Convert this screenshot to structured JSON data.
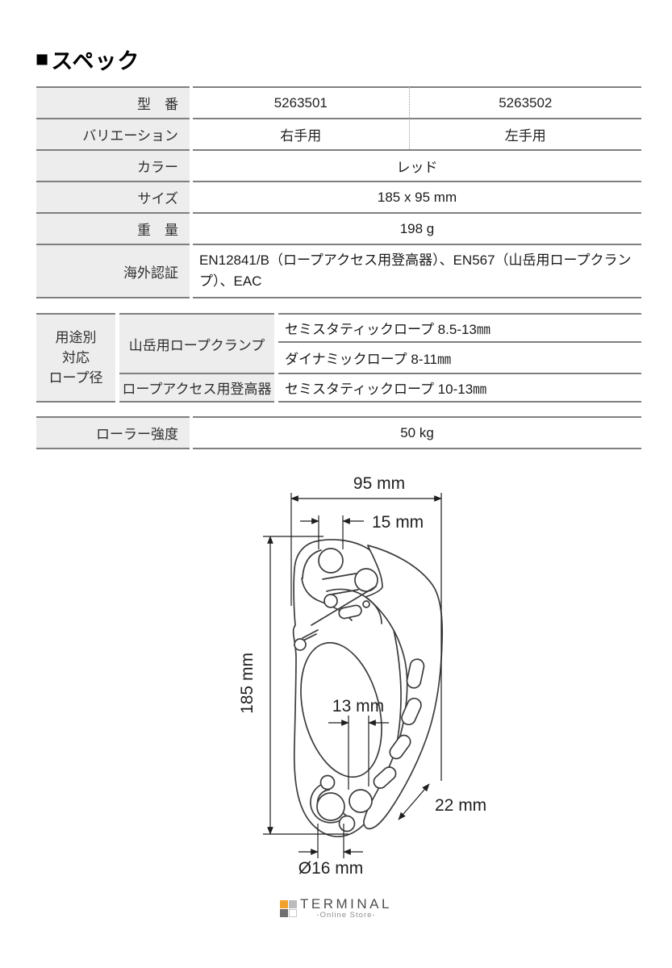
{
  "heading": {
    "marker": "■",
    "title": "スペック"
  },
  "spec_table": {
    "rows": [
      {
        "label": "型　番",
        "value_left": "5263501",
        "value_right": "5263502"
      },
      {
        "label": "バリエーション",
        "value_left": "右手用",
        "value_right": "左手用"
      },
      {
        "label": "カラー",
        "value": "レッド"
      },
      {
        "label": "サイズ",
        "value": "185 x 95 mm"
      },
      {
        "label": "重　量",
        "value": "198 g"
      },
      {
        "label": "海外認証",
        "value": "EN12841/B（ロープアクセス用登高器）、EN567（山岳用ロープクランプ）、EAC"
      }
    ]
  },
  "rope_table": {
    "group_label": "用途別\n対応\nロープ径",
    "rows": [
      {
        "use": "山岳用ロープクランプ",
        "ropes": [
          "セミスタティックロープ 8.5-13㎜",
          "ダイナミックロープ 8-11㎜"
        ]
      },
      {
        "use": "ロープアクセス用登高器",
        "ropes": [
          "セミスタティックロープ 10-13㎜"
        ]
      }
    ]
  },
  "roller_table": {
    "label": "ローラー強度",
    "value": "50 kg"
  },
  "diagram": {
    "labels": {
      "width": "95 mm",
      "top_hole": "15 mm",
      "height": "185 mm",
      "rope_gap": "13 mm",
      "arm_width": "22 mm",
      "bottom_hole": "Ø16 mm"
    }
  },
  "logo": {
    "brand": "TERMINAL",
    "subtitle": "-Online Store-",
    "grid_colors": [
      "#f2a12e",
      "#bcbcbc",
      "#6f6f6f",
      "#ffffff"
    ]
  }
}
